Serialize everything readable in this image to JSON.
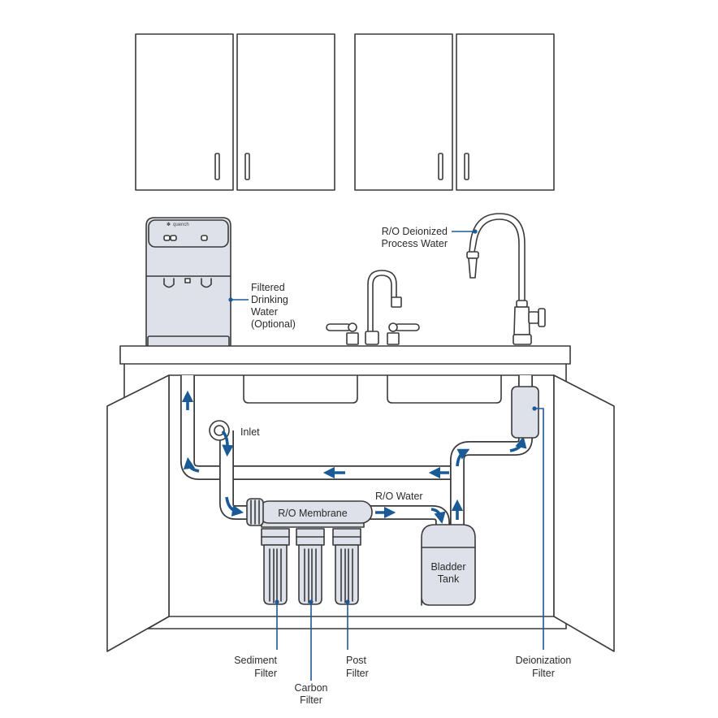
{
  "diagram": {
    "brand": "quench",
    "colors": {
      "accent": "#1a5a96",
      "component_fill": "#dfe1ea",
      "outline": "#3a3a3a"
    },
    "labels": {
      "filtered_drinking_water": [
        "Filtered",
        "Drinking",
        "Water",
        "(Optional)"
      ],
      "ro_deionized_process_water": [
        "R/O Deionized",
        "Process Water"
      ],
      "inlet": "Inlet",
      "ro_membrane": "R/O Membrane",
      "ro_water": "R/O Water",
      "bladder_tank": [
        "Bladder",
        "Tank"
      ],
      "sediment_filter": [
        "Sediment",
        "Filter"
      ],
      "carbon_filter": [
        "Carbon",
        "Filter"
      ],
      "post_filter": [
        "Post",
        "Filter"
      ],
      "deionization_filter": [
        "Deionization",
        "Filter"
      ]
    }
  }
}
